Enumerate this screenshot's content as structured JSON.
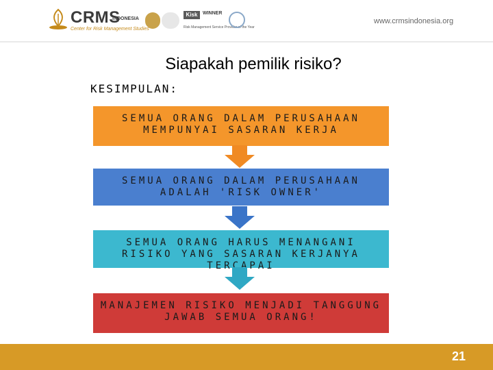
{
  "header": {
    "brand": "CRMS",
    "brand_suffix": "INDONESIA",
    "tagline": "Center for Risk Management Studies",
    "award_label": "Kisk",
    "award_winner": "WINNER",
    "award_sub": "Risk Management Service Provider of the Year",
    "website": "www.crmsindonesia.org"
  },
  "slide": {
    "title": "Siapakah pemilik risiko?",
    "subtitle": "KESIMPULAN:",
    "steps": [
      {
        "line1": "SEMUA ORANG DALAM PERUSAHAAN",
        "line2": "MEMPUNYAI SASARAN KERJA",
        "color": "#f4962b"
      },
      {
        "line1": "SEMUA ORANG DALAM PERUSAHAAN",
        "line2": "ADALAH 'RISK OWNER'",
        "color": "#4a7fcf"
      },
      {
        "line1": "SEMUA ORANG HARUS MENANGANI",
        "line2": "RISIKO YANG SASARAN KERJANYA TERCAPAI",
        "color": "#3cb8cf"
      },
      {
        "line1": "MANAJEMEN RISIKO MENJADI TANGGUNG",
        "line2": "JAWAB SEMUA ORANG!",
        "color": "#cf3b38"
      }
    ],
    "arrow_color": "#f08a24"
  },
  "footer": {
    "page_number": "21",
    "color": "#d79a26"
  }
}
